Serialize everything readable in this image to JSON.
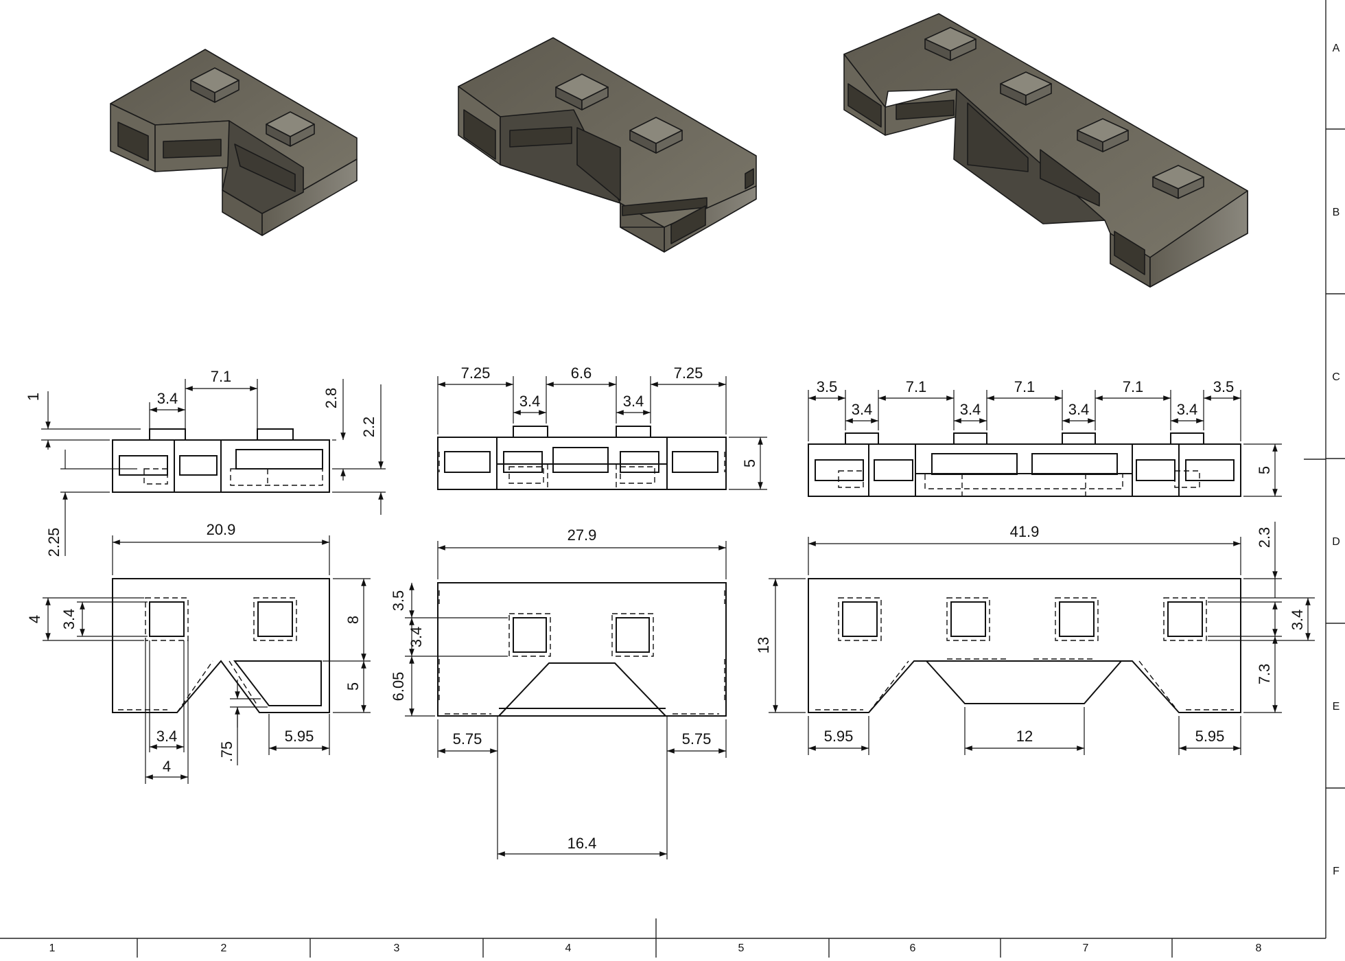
{
  "sheet": {
    "zone_columns": [
      "1",
      "2",
      "3",
      "4",
      "5",
      "6",
      "7",
      "8"
    ],
    "zone_rows": [
      "A",
      "B",
      "C",
      "D",
      "E",
      "F"
    ]
  },
  "views": {
    "left": {
      "dims": {
        "top_gap": "7.1",
        "top_tab": "3.4",
        "tab_h": "1",
        "ht_a": "2.8",
        "ht_b": "2.2",
        "ht_c": "2.25",
        "width": "20.9",
        "sq_outer": "4",
        "sq_inner": "3.4",
        "depth_a": "8",
        "depth_b": "5",
        "bot_a": "3.4",
        "bot_b": "4",
        "bot_c": ".75",
        "bot_d": "5.95"
      }
    },
    "middle": {
      "dims": {
        "end_l": "7.25",
        "tab_l": "3.4",
        "gap": "6.6",
        "tab_r": "3.4",
        "end_r": "7.25",
        "height": "5",
        "width": "27.9",
        "v_a": "3.5",
        "v_b": "3.4",
        "v_c": "6.05",
        "bot_l": "5.75",
        "bot_r": "5.75",
        "notch": "16.4"
      }
    },
    "right": {
      "dims": {
        "end_l": "3.5",
        "tab_1": "3.4",
        "gap_1": "7.1",
        "tab_2": "3.4",
        "gap_2": "7.1",
        "tab_3": "3.4",
        "gap_3": "7.1",
        "tab_4": "3.4",
        "end_r": "3.5",
        "height": "5",
        "width": "41.9",
        "depth": "13",
        "v_a": "2.3",
        "v_b": "3.4",
        "v_c": "7.3",
        "bot_l": "5.95",
        "notch": "12",
        "bot_r": "5.95"
      }
    }
  },
  "colors": {
    "body_top": "#6e6a5e",
    "body_side": "#5a564b",
    "edge": "#1a1a1a",
    "line": "#111111"
  }
}
